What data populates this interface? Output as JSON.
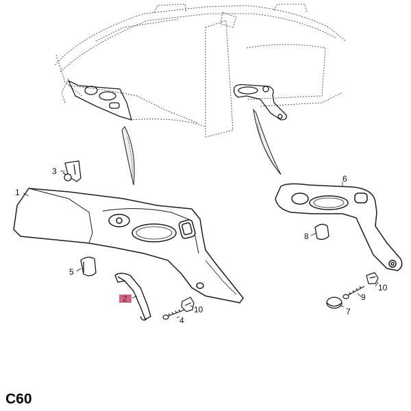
{
  "diagram_code": "C60",
  "callouts": {
    "p1": "1",
    "p2": "2",
    "p3": "3",
    "p4": "4",
    "p5": "5",
    "p6": "6",
    "p7": "7",
    "p8": "8",
    "p9": "9",
    "p10a": "10",
    "p10b": "10"
  },
  "colors": {
    "line": "#1a1a1a",
    "highlight": "#c0506e"
  }
}
